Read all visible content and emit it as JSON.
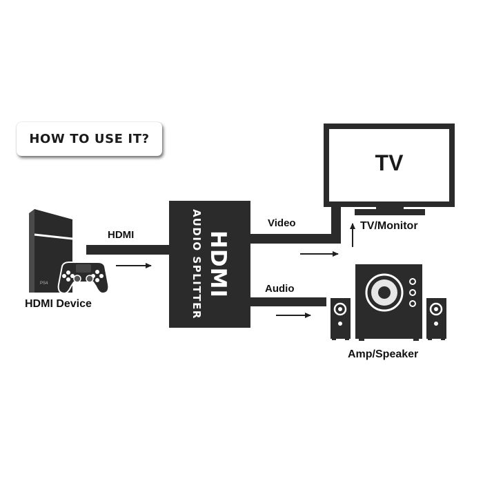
{
  "badge": {
    "label": "HOW TO USE IT?"
  },
  "splitter": {
    "title": "HDMI",
    "subtitle": "AUDIO SPLITTER"
  },
  "labels": {
    "input_cable": "HDMI",
    "video": "Video",
    "audio": "Audio",
    "source_device": "HDMI Device",
    "display_device": "TV/Monitor",
    "audio_device": "Amp/Speaker"
  },
  "tv": {
    "screen_text": "TV"
  },
  "console": {
    "side_text": "PS4"
  },
  "icons": {
    "source": "game-console-with-controller-icon",
    "display": "tv-icon",
    "audio": "speaker-system-icon",
    "flow": "arrow-right-icon"
  },
  "colors": {
    "ink": "#1f1f1f",
    "splitter": "#2b2b2b",
    "background": "#ffffff",
    "accent": "#e6e6e6"
  }
}
